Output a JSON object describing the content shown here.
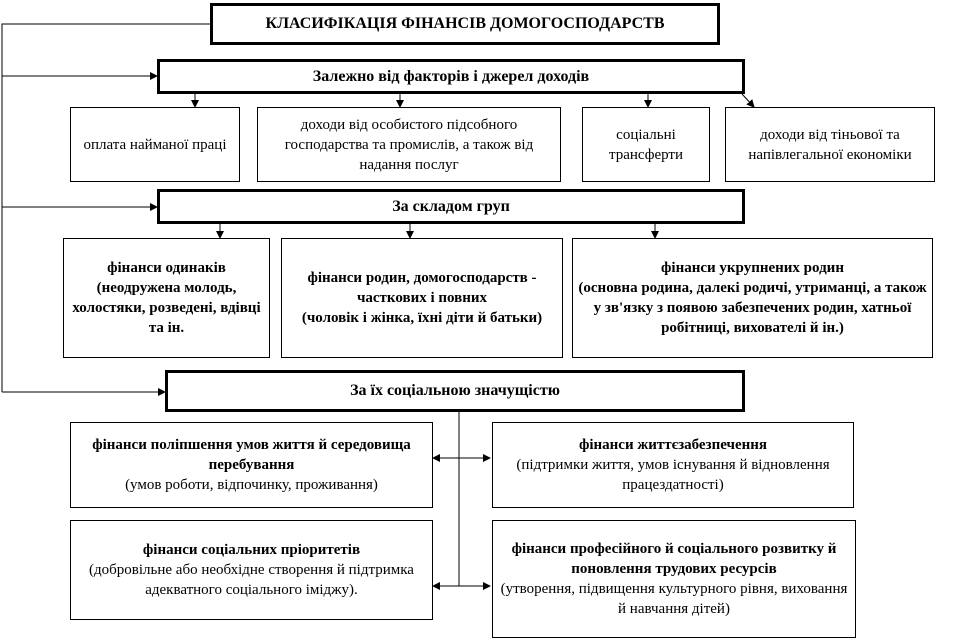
{
  "title": "КЛАСИФІКАЦІЯ ФІНАНСІВ ДОМОГОСПОДАРСТВ",
  "group1": {
    "heading": "Залежно від факторів і джерел доходів",
    "items": [
      {
        "text": "оплата найманої праці"
      },
      {
        "text": "доходи від особистого підсобного господарства та промислів, а також від надання послуг"
      },
      {
        "text": "соціальні трансферти"
      },
      {
        "text": "доходи від тіньової та напівлегальної економіки"
      }
    ]
  },
  "group2": {
    "heading": "За складом груп",
    "items": [
      {
        "bold": "фінанси одинаків",
        "text": "(неодружена молодь, холостяки, розведені, вдівці та ін."
      },
      {
        "bold": "фінанси родин, домогосподарств - часткових і повних",
        "text": "(чоловік і жінка, їхні діти й батьки)"
      },
      {
        "bold": "фінанси укрупнених родин",
        "text": "(основна родина, далекі родичі, утриманці, а також у зв'язку з появою забезпечених родин, хатньої робітниці, вихователі й ін.)"
      }
    ]
  },
  "group3": {
    "heading": "За їх соціальною значущістю",
    "items": [
      {
        "bold": "фінанси поліпшення умов життя й середовища перебування",
        "text": "(умов роботи, відпочинку, проживання)"
      },
      {
        "bold": "фінанси життєзабезпечення",
        "text": "(підтримки життя, умов існування й відновлення працездатності)"
      },
      {
        "bold": "фінанси соціальних пріоритетів",
        "text": "(добровільне або необхідне створення й підтримка адекватного соціального іміджу)."
      },
      {
        "bold": "фінанси професійного й соціального розвитку й поновлення трудових ресурсів",
        "text": "(утворення, підвищення культурного рівня, виховання й навчання дітей)"
      }
    ]
  }
}
